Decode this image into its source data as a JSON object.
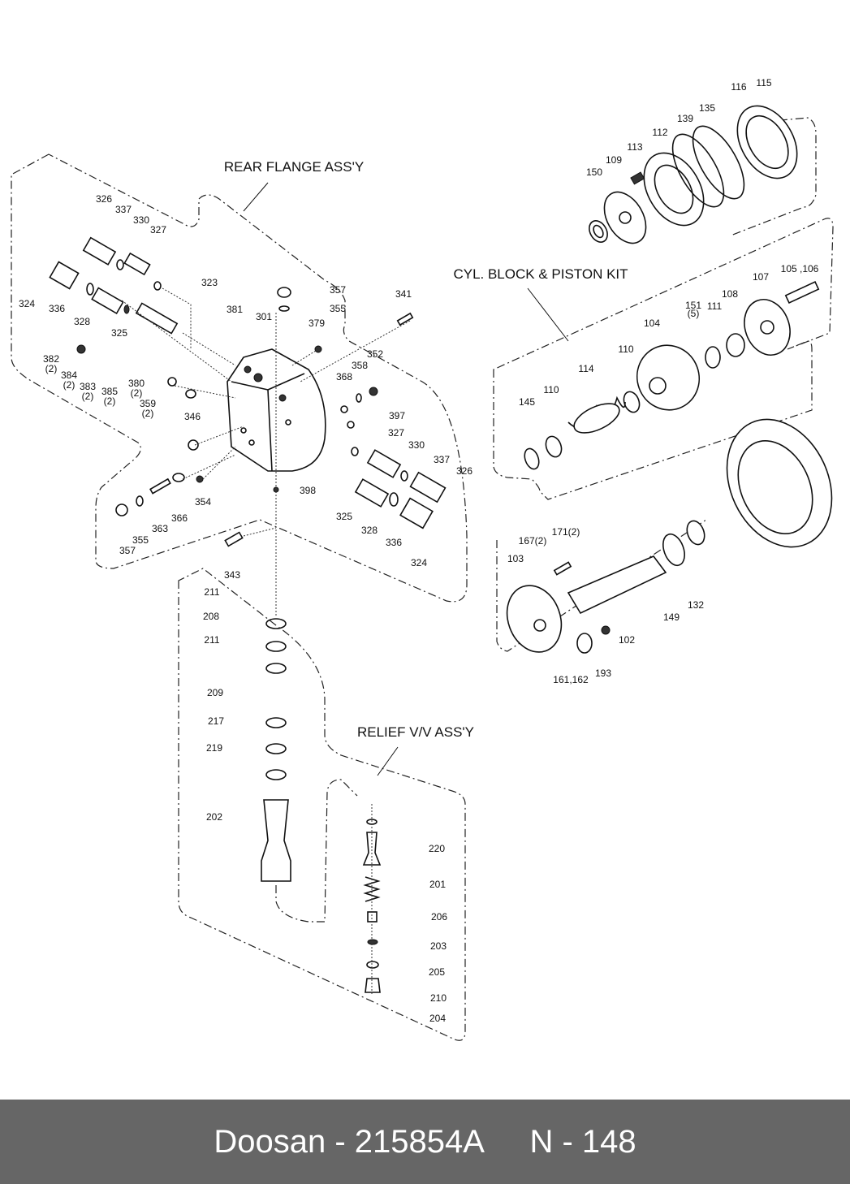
{
  "titles": {
    "rear_flange": "REAR FLANGE ASS'Y",
    "cyl_block": "CYL. BLOCK & PISTON KIT",
    "relief_valve": "RELIEF V/V ASS'Y"
  },
  "callouts": [
    "326",
    "337",
    "330",
    "327",
    "323",
    "324",
    "336",
    "328",
    "325",
    "381",
    "301",
    "357",
    "355",
    "341",
    "379",
    "352",
    "358",
    "368",
    "382",
    "(2)",
    "384",
    "(2)",
    "383",
    "(2)",
    "385",
    "(2)",
    "380",
    "(2)",
    "359",
    "(2)",
    "346",
    "397",
    "327",
    "330",
    "337",
    "326",
    "398",
    "354",
    "366",
    "363",
    "355",
    "357",
    "325",
    "328",
    "336",
    "324",
    "343",
    "116",
    "115",
    "135",
    "139",
    "112",
    "113",
    "109",
    "150",
    "107",
    "105 ,106",
    "108",
    "151",
    "(5)",
    "111",
    "104",
    "110",
    "114",
    "110",
    "145",
    "171(2)",
    "167(2)",
    "103",
    "149",
    "132",
    "102",
    "193",
    "161,162",
    "211",
    "208",
    "211",
    "209",
    "217",
    "219",
    "202",
    "220",
    "201",
    "206",
    "203",
    "205",
    "210",
    "204"
  ],
  "footer": {
    "brand": "Doosan - 215854A",
    "page": "N - 148"
  }
}
